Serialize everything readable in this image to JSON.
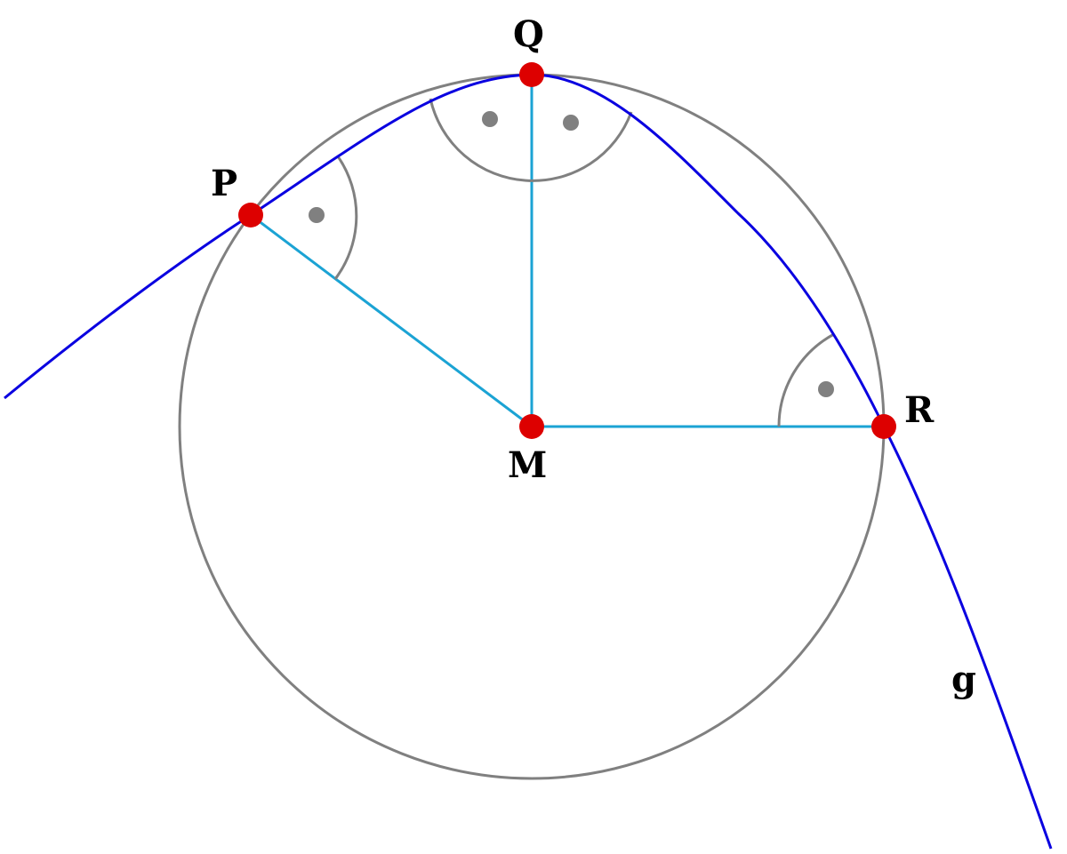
{
  "points": {
    "P": "P",
    "Q": "Q",
    "R": "R",
    "M": "M"
  },
  "curve_label": "g",
  "colors": {
    "circle": "#808080",
    "curve": "#0a00e0",
    "radii": "#1ba3d4",
    "angle_marks": "#808080",
    "point_fill": "#dd0000",
    "label_text": "#000000",
    "background": "#ffffff"
  },
  "right_angle_marker_count": 4
}
